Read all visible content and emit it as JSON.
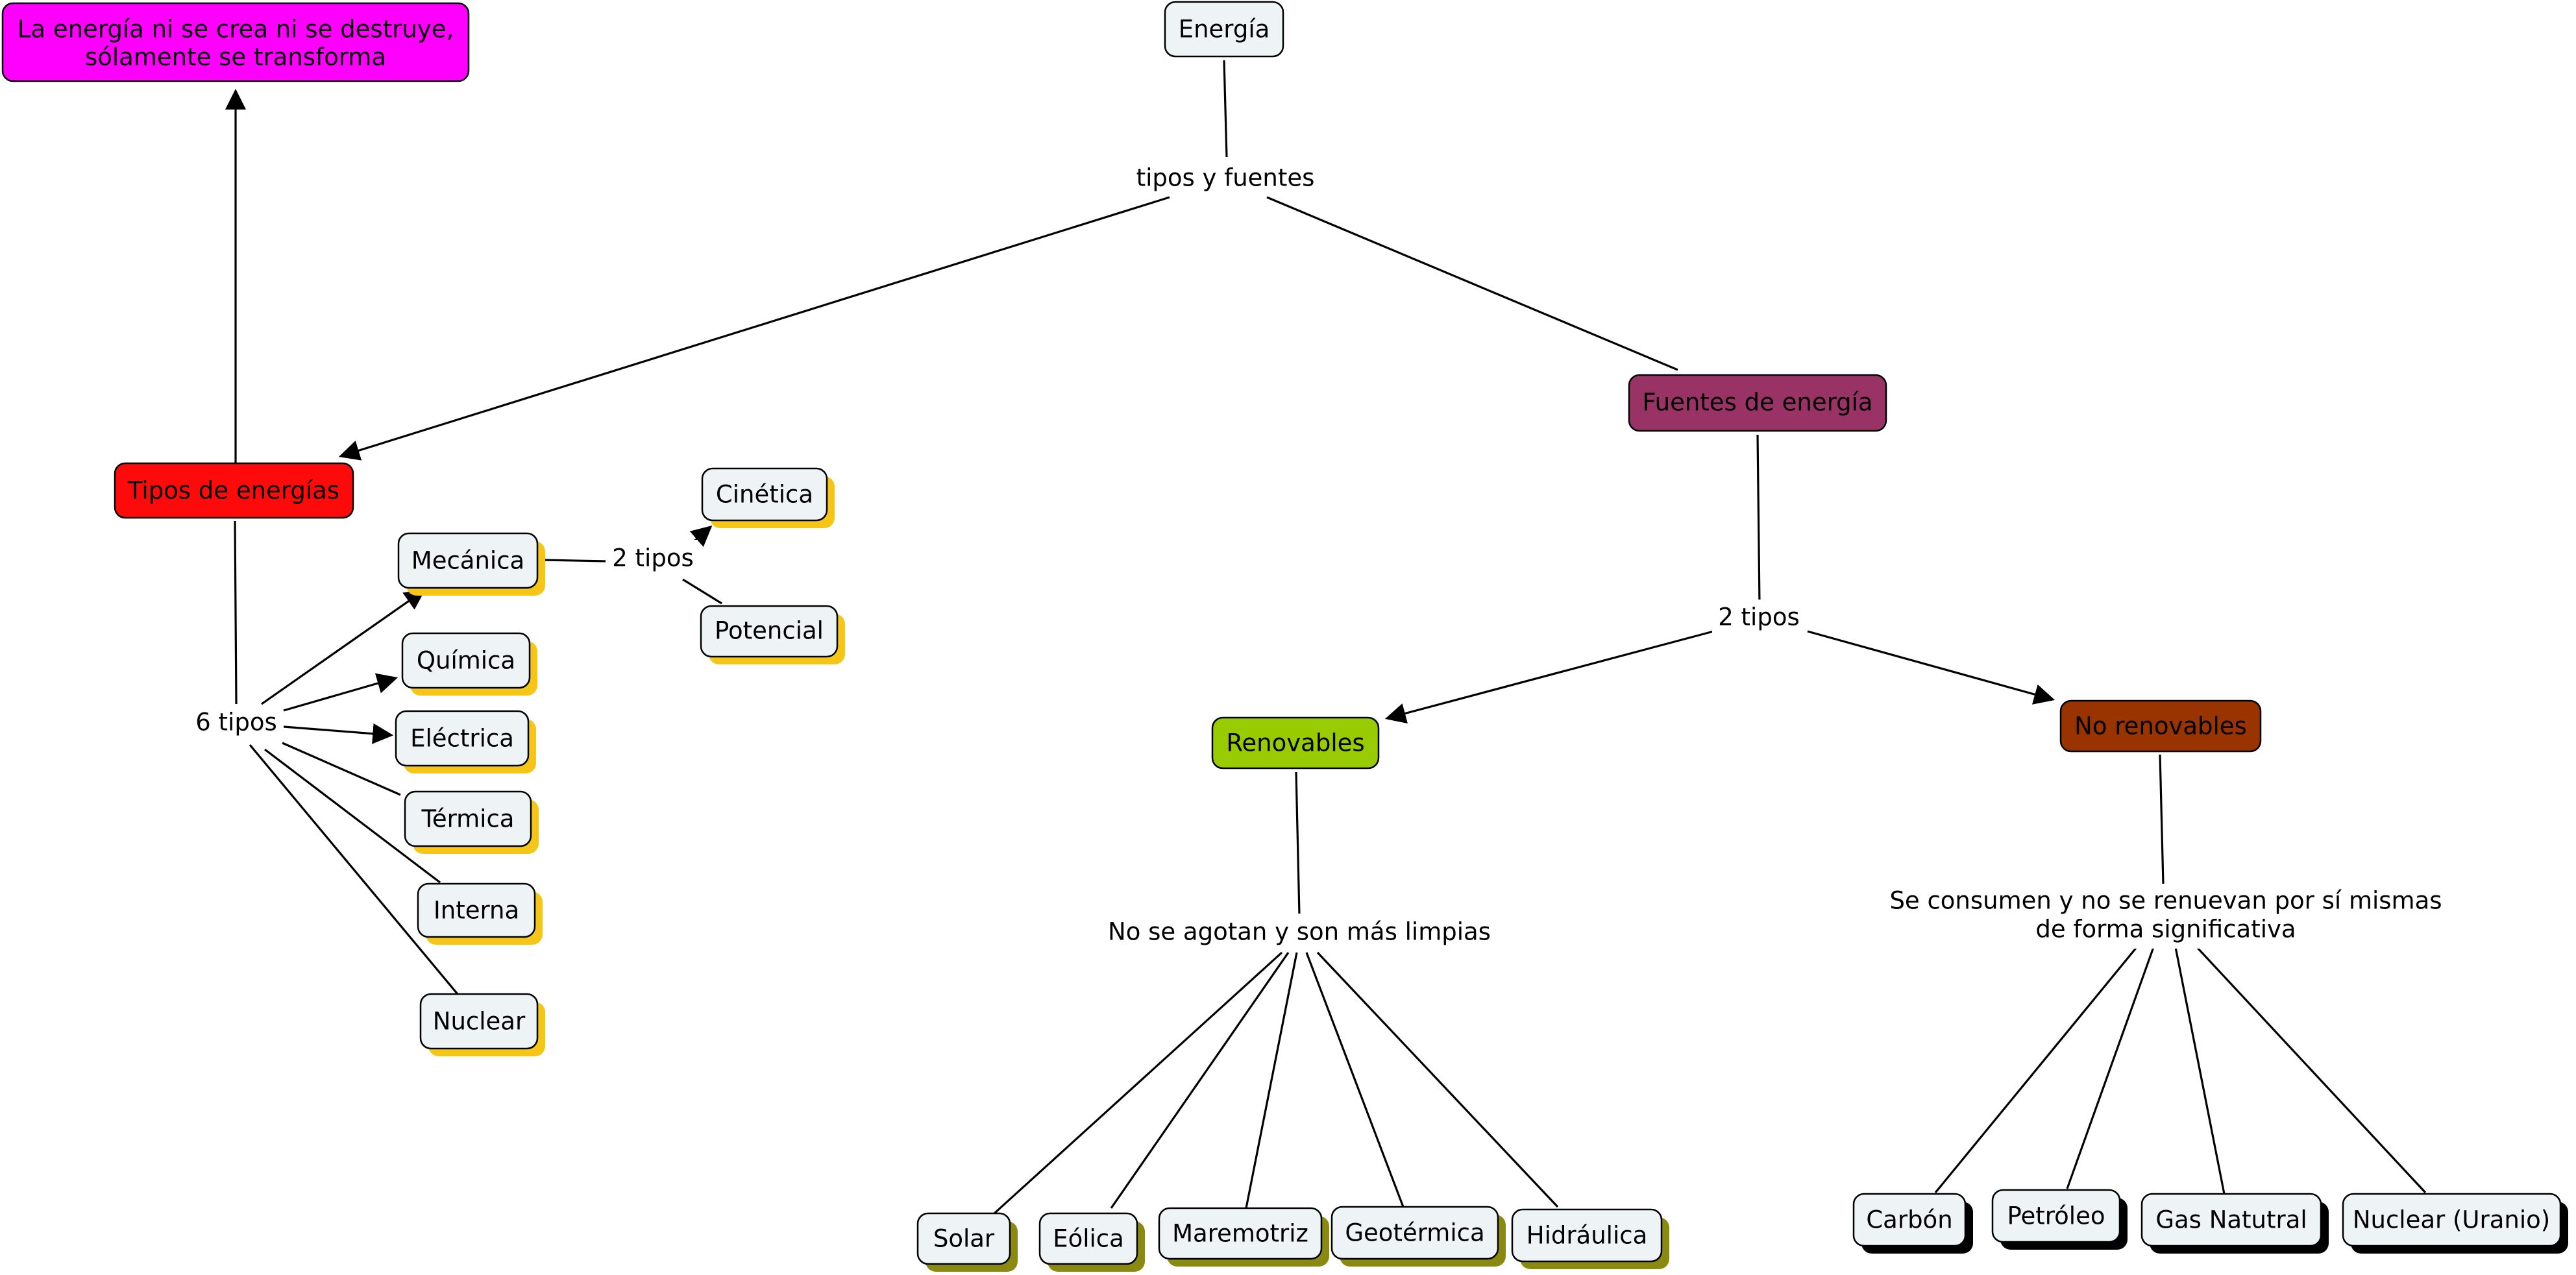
{
  "colors": {
    "node_default": "#eef4f6",
    "shadow_yellow": "#f5c518",
    "shadow_olive": "#8a8a12",
    "shadow_black": "#000000",
    "magenta": "#ff00ff",
    "red": "#ff0a0a",
    "plum": "#993366",
    "green": "#99cc00",
    "brown": "#993300",
    "line": "#000000"
  },
  "nodes": {
    "energia": "Energía",
    "principle": [
      "La energía ni se crea ni se destruye,",
      "sólamente se transforma"
    ],
    "tipos_energias": "Tipos de energías",
    "fuentes": "Fuentes de energía",
    "mecanica": "Mecánica",
    "quimica": "Química",
    "electrica": "Eléctrica",
    "termica": "Térmica",
    "interna": "Interna",
    "nuclear": "Nuclear",
    "cinetica": "Cinética",
    "potencial": "Potencial",
    "renovables": "Renovables",
    "no_renovables": "No renovables",
    "solar": "Solar",
    "eolica": "Eólica",
    "maremotriz": "Maremotriz",
    "geotermica": "Geotérmica",
    "hidraulica": "Hidráulica",
    "carbon": "Carbón",
    "petroleo": "Petróleo",
    "gas_natural": "Gas Natutral",
    "nuclear_uranio": "Nuclear (Uranio)"
  },
  "links": {
    "tipos_y_fuentes": "tipos y fuentes",
    "seis_tipos": "6 tipos",
    "dos_tipos_mecanica": "2 tipos",
    "dos_tipos_fuentes": "2 tipos",
    "renovables_desc": "No se agotan y son más limpias",
    "no_renovables_desc": [
      "Se consumen y no se renuevan por sí mismas",
      "de forma significativa"
    ]
  }
}
